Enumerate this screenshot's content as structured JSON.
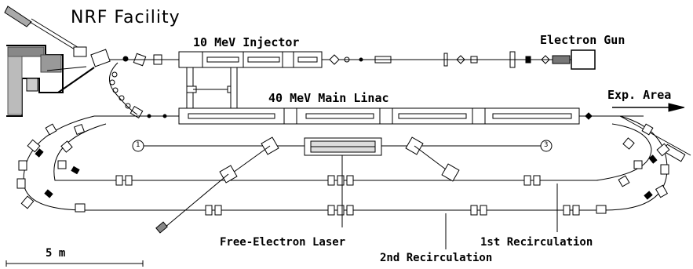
{
  "labels": {
    "nrf_facility": "NRF Facility",
    "injector": "10 MeV Injector",
    "electron_gun": "Electron Gun",
    "main_linac": "40 MeV Main Linac",
    "exp_area": "Exp. Area",
    "fel": "Free-Electron Laser",
    "recirc1": "1st Recirculation",
    "recirc2": "2nd Recirculation",
    "scale": "5 m"
  },
  "wiggler_markers": {
    "left": "1",
    "right": "3"
  }
}
